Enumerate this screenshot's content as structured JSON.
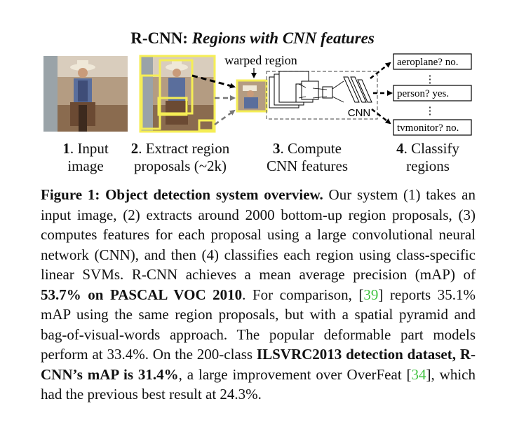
{
  "title": {
    "prefix": "R-CNN:",
    "emphasis": "Regions with CNN features"
  },
  "diagram": {
    "warped_label": "warped region",
    "cnn_label": "CNN",
    "classes": [
      "aeroplane? no.",
      "person? yes.",
      "tvmonitor? no."
    ],
    "ellipsis": "⋮",
    "steps": [
      {
        "num": "1",
        "line1": ". Input",
        "line2": "image"
      },
      {
        "num": "2",
        "line1": ". Extract region",
        "line2": "proposals (~2k)"
      },
      {
        "num": "3",
        "line1": ". Compute",
        "line2": "CNN features"
      },
      {
        "num": "4",
        "line1": ". Classify",
        "line2": "regions"
      }
    ]
  },
  "caption": {
    "lead": "Figure 1:  Object detection system overview.",
    "t1": " Our system (1) takes an input image, (2) extracts around 2000 bottom-up region proposals, (3) computes features for each proposal using a large convolutional neural network (CNN), and then (4) classifies each region using class-specific linear SVMs. R-CNN achieves a mean average precision (mAP) of ",
    "b1": "53.7% on PASCAL VOC 2010",
    "t2": ". For comparison, [",
    "cite1": "39",
    "t3": "] reports 35.1% mAP using the same region proposals, but with a spatial pyramid and bag-of-visual-words approach.  The popular deformable part models perform at 33.4%. On the 200-class ",
    "b2": "ILSVRC2013 detection dataset, R-CNN’s mAP is 31.4%",
    "t4": ", a large improvement over OverFeat [",
    "cite2": "34",
    "t5": "], which had the previous best result at 24.3%."
  }
}
